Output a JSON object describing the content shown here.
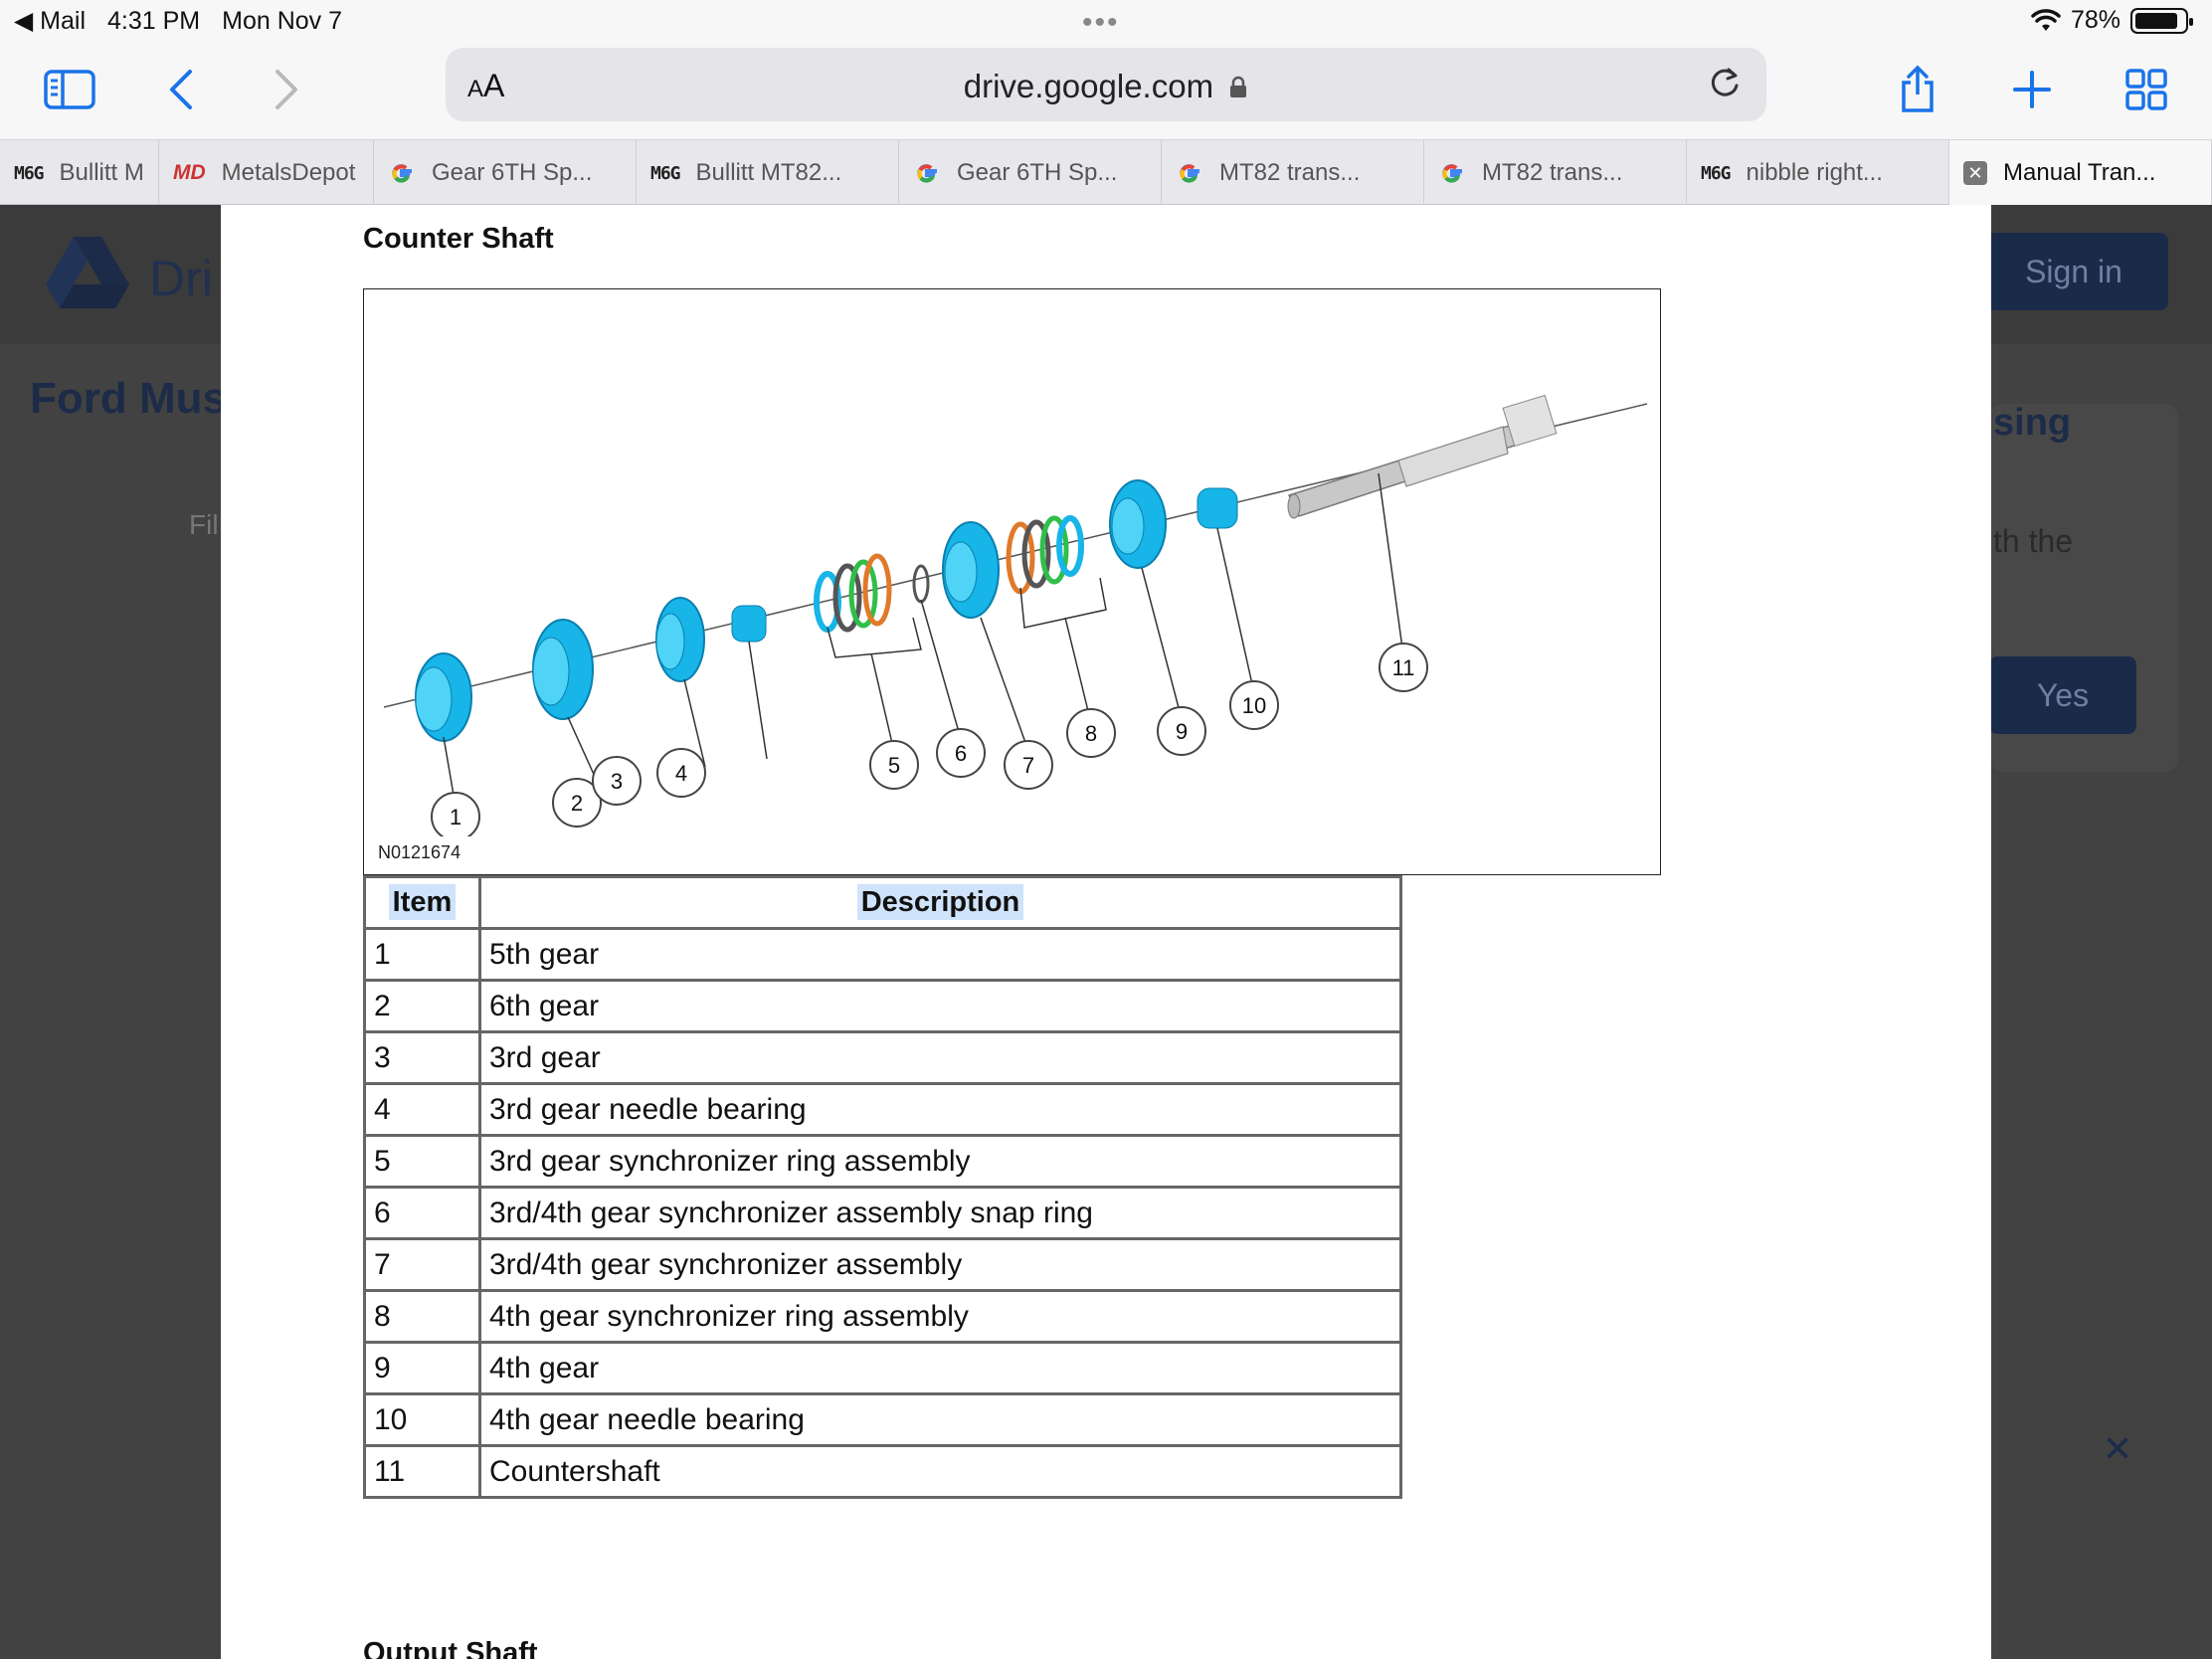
{
  "status_bar": {
    "back_app": "◀ Mail",
    "time": "4:31 PM",
    "date": "Mon Nov 7",
    "battery": "78%"
  },
  "toolbar": {
    "text_size": "AA",
    "url": "drive.google.com"
  },
  "tabs": [
    {
      "icon": "M6G",
      "label": "Bullitt M"
    },
    {
      "icon": "MD",
      "label": "MetalsDepot"
    },
    {
      "icon": "G",
      "label": "Gear 6TH Sp..."
    },
    {
      "icon": "M6G",
      "label": "Bullitt MT82..."
    },
    {
      "icon": "G",
      "label": "Gear 6TH Sp..."
    },
    {
      "icon": "G",
      "label": "MT82 trans..."
    },
    {
      "icon": "G",
      "label": "MT82 trans..."
    },
    {
      "icon": "M6G",
      "label": "nibble right..."
    },
    {
      "icon": "close",
      "label": "Manual Tran..."
    }
  ],
  "background": {
    "app_name": "Dri",
    "file_title": "Ford Mus",
    "filter_label": "Fil",
    "sign_in": "Sign in",
    "card_title": "sing",
    "card_text": "th the",
    "yes_button": "Yes"
  },
  "document": {
    "section_title": "Counter Shaft",
    "figure_id": "N0121674",
    "callouts": [
      "1",
      "2",
      "3",
      "4",
      "5",
      "6",
      "7",
      "8",
      "9",
      "10",
      "11"
    ],
    "table_headers": {
      "item": "Item",
      "description": "Description"
    },
    "rows": [
      {
        "item": "1",
        "description": "5th gear"
      },
      {
        "item": "2",
        "description": "6th gear"
      },
      {
        "item": "3",
        "description": "3rd gear"
      },
      {
        "item": "4",
        "description": "3rd gear needle bearing"
      },
      {
        "item": "5",
        "description": "3rd gear synchronizer ring assembly"
      },
      {
        "item": "6",
        "description": "3rd/4th gear synchronizer assembly snap ring"
      },
      {
        "item": "7",
        "description": "3rd/4th gear synchronizer assembly"
      },
      {
        "item": "8",
        "description": "4th gear synchronizer ring assembly"
      },
      {
        "item": "9",
        "description": "4th gear"
      },
      {
        "item": "10",
        "description": "4th gear needle bearing"
      },
      {
        "item": "11",
        "description": "Countershaft"
      }
    ],
    "next_section_title": "Output Shaft"
  }
}
